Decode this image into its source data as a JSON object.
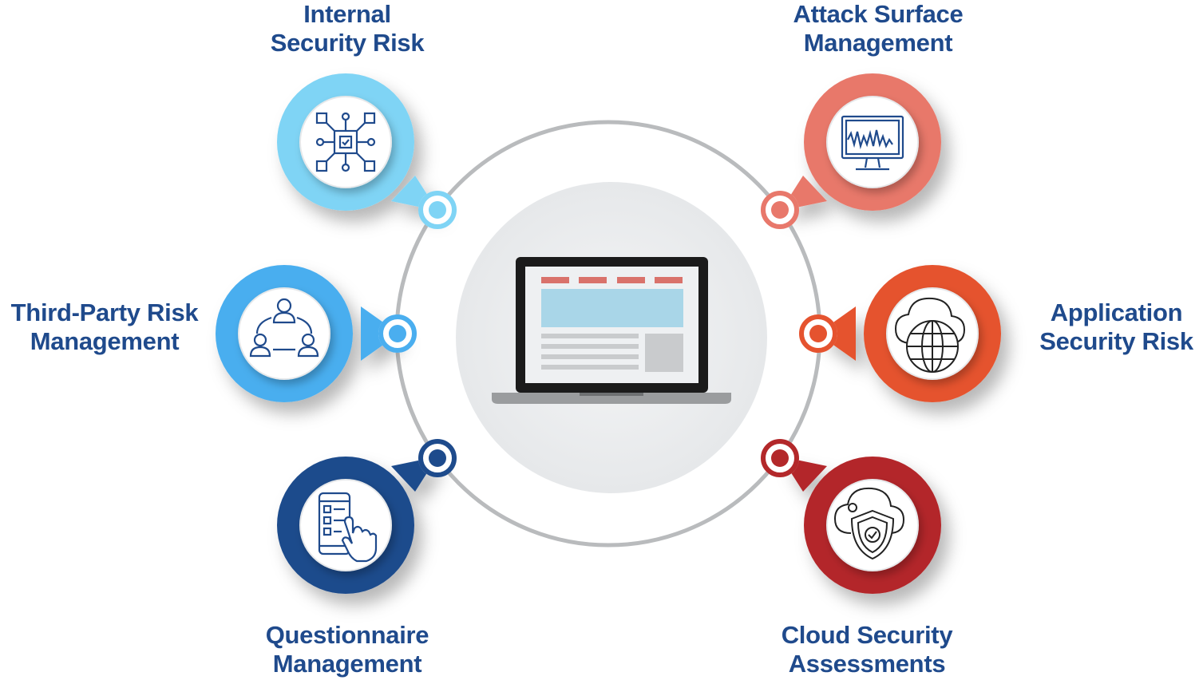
{
  "diagram": {
    "center": {
      "icon": "laptop-icon"
    },
    "nodes": [
      {
        "id": "internal-security-risk",
        "line1": "Internal",
        "line2": "Security Risk",
        "icon": "network-chip-check-icon",
        "color": "#7fd4f5"
      },
      {
        "id": "attack-surface-management",
        "line1": "Attack Surface",
        "line2": "Management",
        "icon": "monitor-waveform-icon",
        "color": "#e8786b"
      },
      {
        "id": "third-party-risk-management",
        "line1": "Third-Party Risk",
        "line2": "Management",
        "icon": "user-network-icon",
        "color": "#4aaeef"
      },
      {
        "id": "application-security-risk",
        "line1": "Application",
        "line2": "Security Risk",
        "icon": "cloud-globe-icon",
        "color": "#e5532f"
      },
      {
        "id": "questionnaire-management",
        "line1": "Questionnaire",
        "line2": "Management",
        "icon": "phone-checklist-tap-icon",
        "color": "#1e4b8c"
      },
      {
        "id": "cloud-security-assessments",
        "line1": "Cloud Security",
        "line2": "Assessments",
        "icon": "cloud-shield-check-icon",
        "color": "#b3282a"
      }
    ]
  }
}
